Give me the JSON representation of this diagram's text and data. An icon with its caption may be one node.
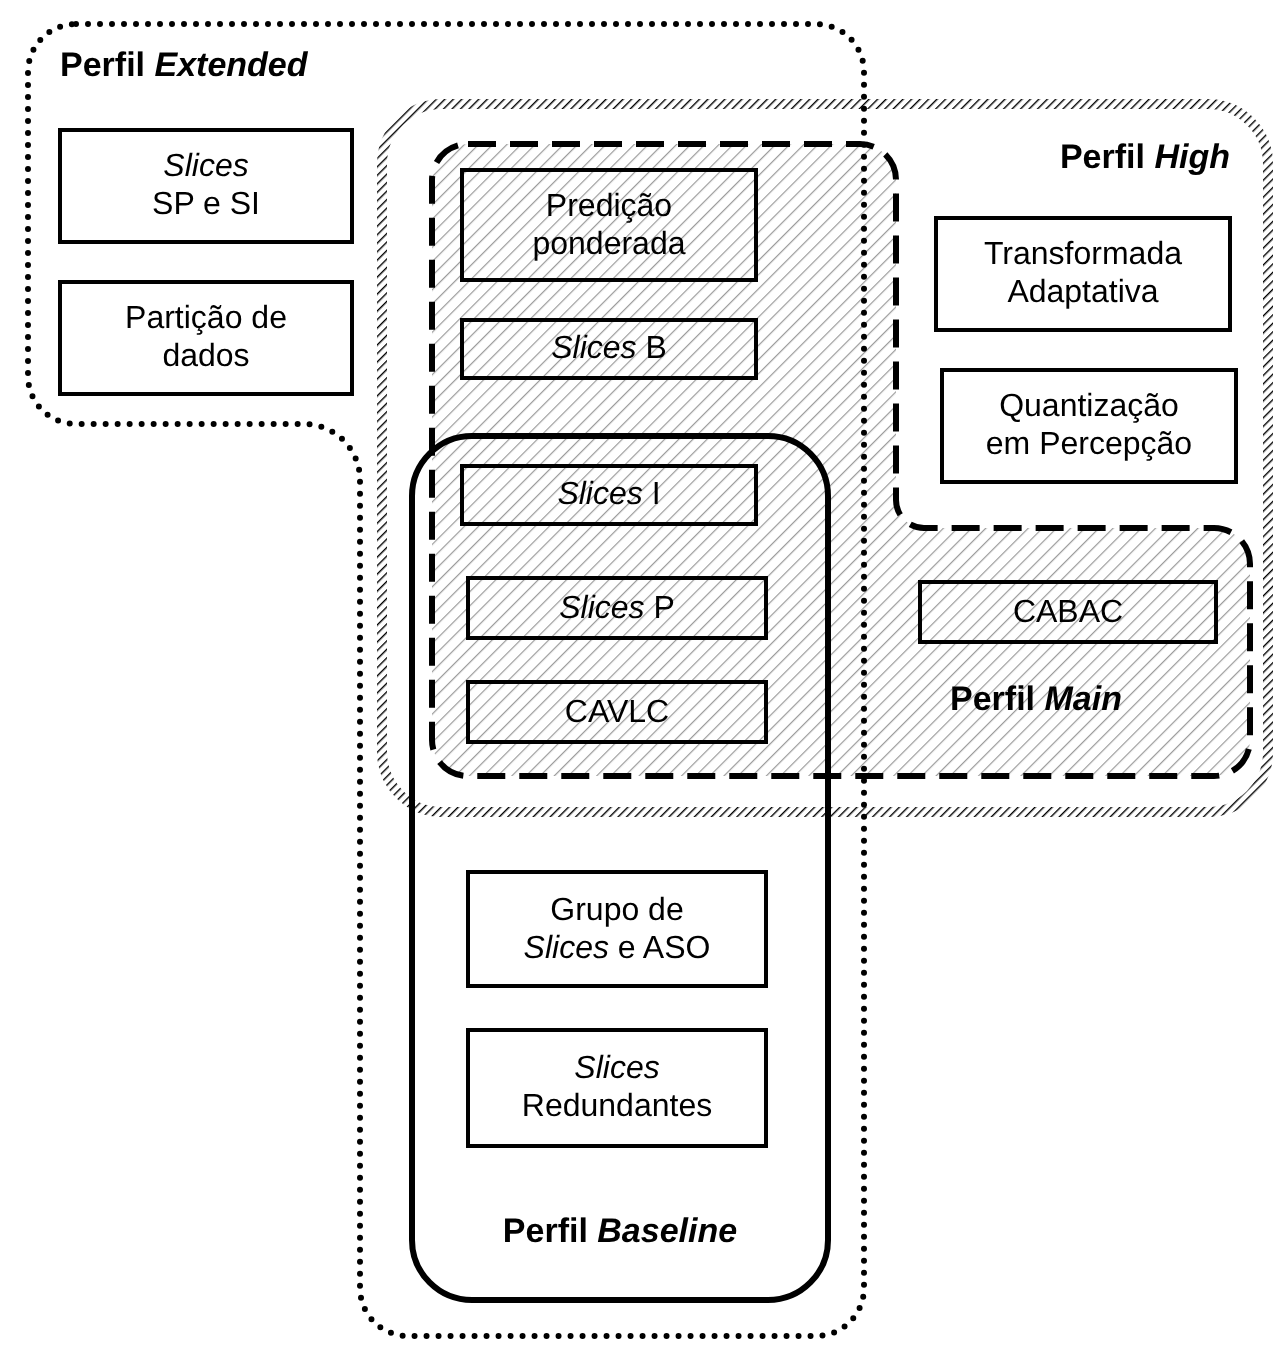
{
  "diagram": {
    "nodes": [
      {
        "text": [
          "Perfil *Extended*"
        ]
      },
      {
        "text": [
          "*Slices* SP e SI"
        ],
        "in": 0
      },
      {
        "text": [
          "Partição de dados"
        ],
        "in": 0
      },
      {
        "text": [
          "Perfil *High*"
        ]
      },
      {
        "text": [
          "Perfil *Main*"
        ],
        "in": 3
      },
      {
        "text": [
          "Predição ponderada"
        ]
      },
      {
        "text": [
          "*Slices* B"
        ]
      },
      {
        "text": [
          "*Slices* I"
        ]
      },
      {
        "text": [
          "*Slices* P"
        ]
      },
      {
        "text": [
          "CAVLC"
        ]
      },
      {
        "text": [
          "CABAC"
        ],
        "in": 4
      },
      {
        "text": [
          "Transformada Adaptativa"
        ],
        "in": 3
      },
      {
        "text": [
          "Quantização em Percepção"
        ],
        "in": 3
      },
      {
        "text": [
          "Perfil *Baseline*"
        ],
        "in": 0
      },
      {
        "text": [
          "Grupo de *Slices* e ASO"
        ],
        "in": 13
      },
      {
        "text": [
          "*Slices* Redundantes"
        ],
        "in": 13
      }
    ]
  }
}
